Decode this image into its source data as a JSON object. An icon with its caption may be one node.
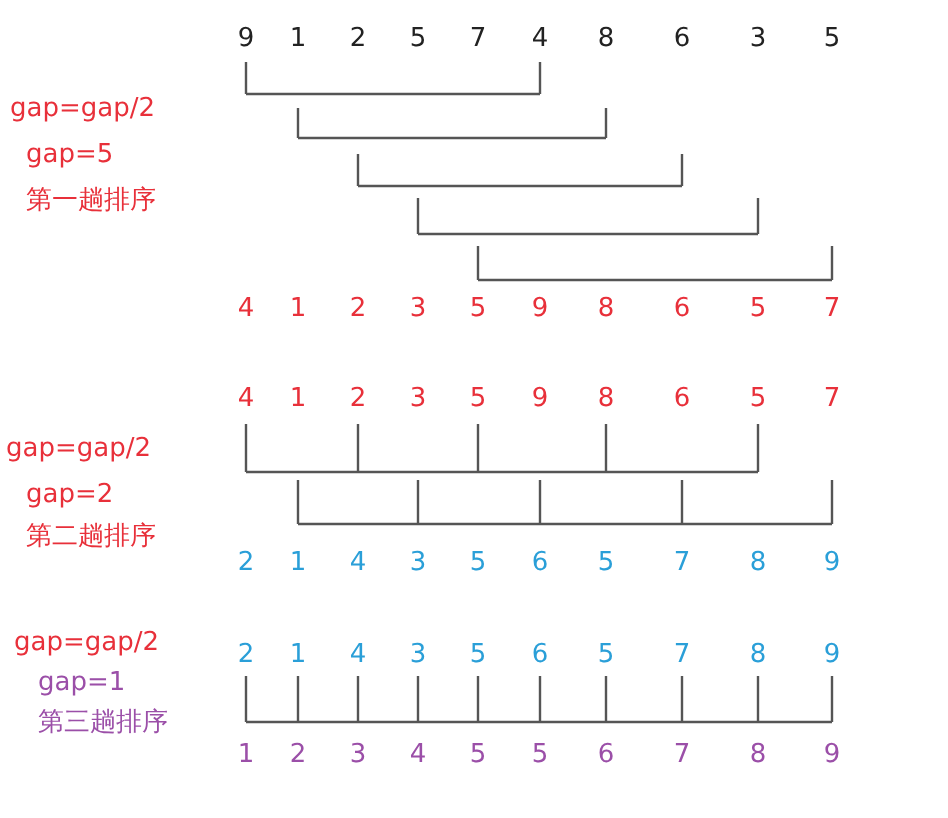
{
  "diagram": {
    "labels": [
      "9",
      "1",
      "2",
      "5",
      "7",
      "4",
      "8",
      "6",
      "3",
      "5",
      "gap=gap/2",
      "gap=5",
      "第一趟排序",
      "4",
      "1",
      "2",
      "3",
      "5",
      "9",
      "8",
      "6",
      "5",
      "7",
      "4",
      "1",
      "2",
      "3",
      "5",
      "9",
      "8",
      "6",
      "5",
      "7",
      "gap=gap/2",
      "gap=2",
      "第二趟排序",
      "2",
      "1",
      "4",
      "3",
      "5",
      "6",
      "5",
      "7",
      "8",
      "9",
      "gap=gap/2",
      "2",
      "1",
      "4",
      "3",
      "5",
      "6",
      "5",
      "7",
      "8",
      "9",
      "gap=1",
      "第三趟排序",
      "1",
      "2",
      "3",
      "4",
      "5",
      "5",
      "6",
      "7",
      "8",
      "9"
    ]
  }
}
